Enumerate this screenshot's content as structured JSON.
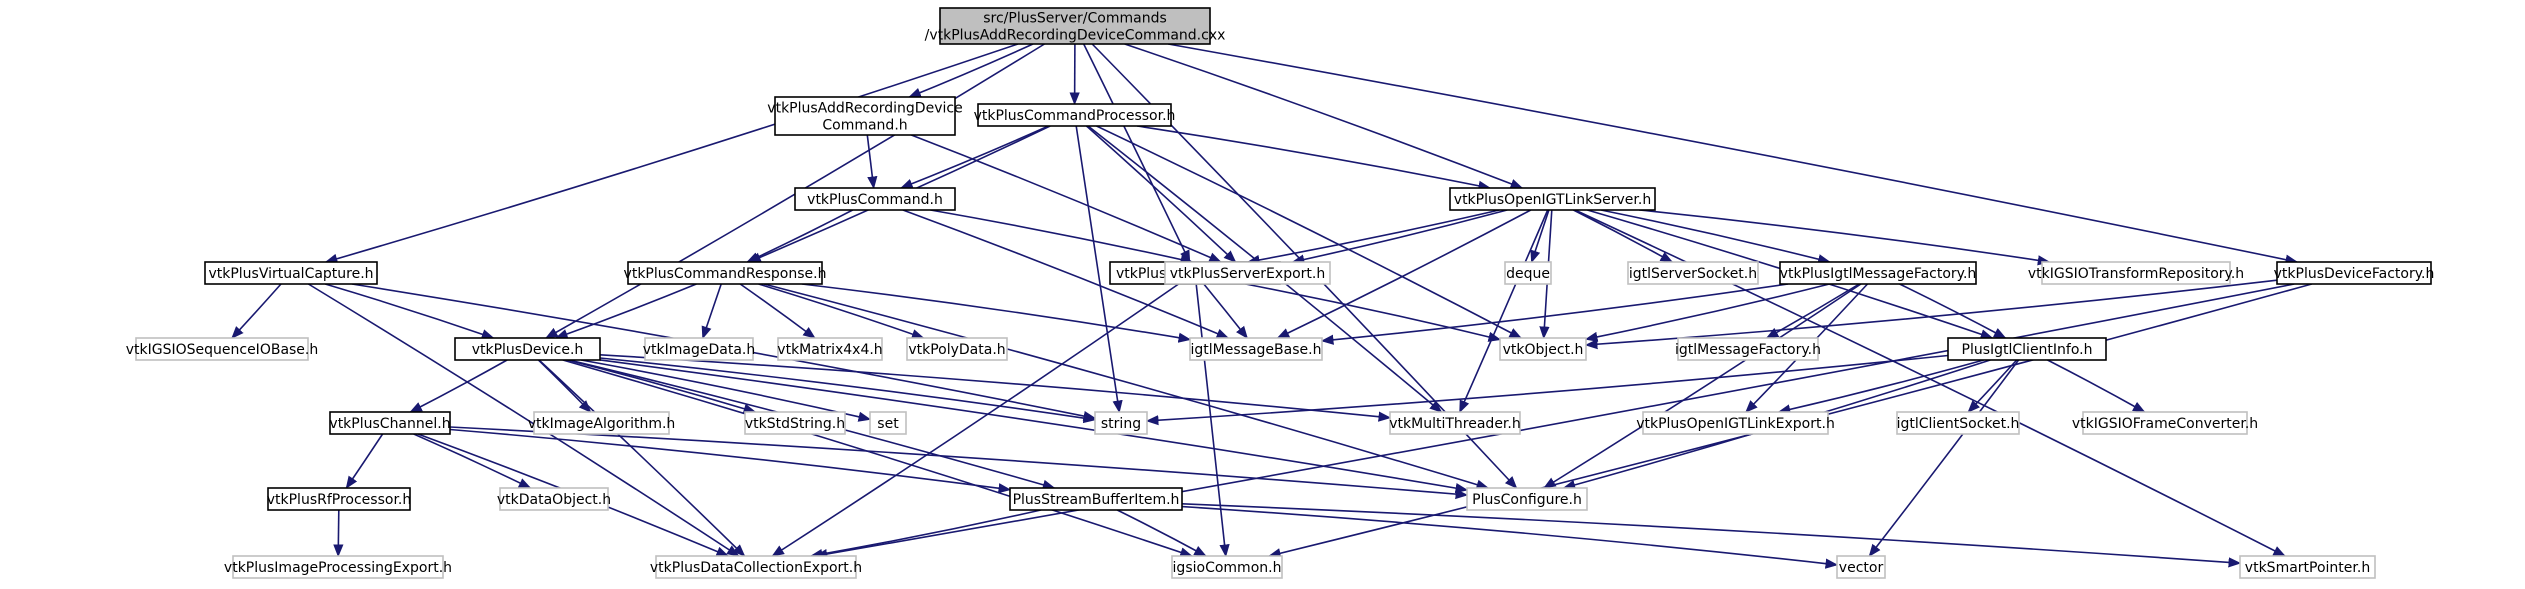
{
  "diagram": {
    "root": [
      "src/PlusServer/Commands",
      "/vtkPlusAddRecordingDeviceCommand.cxx"
    ],
    "nodes": [
      {
        "id": "root",
        "lines": [
          "src/PlusServer/Commands",
          "/vtkPlusAddRecordingDeviceCommand.cxx"
        ],
        "style": "root"
      },
      {
        "id": "addRecH",
        "lines": [
          "vtkPlusAddRecordingDevice",
          "Command.h"
        ],
        "style": "dark"
      },
      {
        "id": "cmdProc",
        "lines": [
          "vtkPlusCommandProcessor.h"
        ],
        "style": "dark"
      },
      {
        "id": "openIGT",
        "lines": [
          "vtkPlusOpenIGTLinkServer.h"
        ],
        "style": "dark"
      },
      {
        "id": "virtCap",
        "lines": [
          "vtkPlusVirtualCapture.h"
        ],
        "style": "dark"
      },
      {
        "id": "plusCmd",
        "lines": [
          "vtkPlusCommand.h"
        ],
        "style": "dark"
      },
      {
        "id": "cmdResp",
        "lines": [
          "vtkPlusCommandResponse.h"
        ],
        "style": "dark"
      },
      {
        "id": "dataColl",
        "lines": [
          "vtkPlusDataCollector.h"
        ],
        "style": "dark"
      },
      {
        "id": "igtlFactory",
        "lines": [
          "vtkPlusIgtlMessageFactory.h"
        ],
        "style": "dark"
      },
      {
        "id": "devFactory",
        "lines": [
          "vtkPlusDeviceFactory.h"
        ],
        "style": "dark"
      },
      {
        "id": "device",
        "lines": [
          "vtkPlusDevice.h"
        ],
        "style": "dark"
      },
      {
        "id": "clientInfo",
        "lines": [
          "PlusIgtlClientInfo.h"
        ],
        "style": "dark"
      },
      {
        "id": "channel",
        "lines": [
          "vtkPlusChannel.h"
        ],
        "style": "dark"
      },
      {
        "id": "streamBuf",
        "lines": [
          "PlusStreamBufferItem.h"
        ],
        "style": "dark"
      },
      {
        "id": "rfProc",
        "lines": [
          "vtkPlusRfProcessor.h"
        ],
        "style": "dark"
      },
      {
        "id": "serverExport",
        "lines": [
          "vtkPlusServerExport.h"
        ],
        "style": "light"
      },
      {
        "id": "deque",
        "lines": [
          "deque"
        ],
        "style": "light"
      },
      {
        "id": "igtlServerSocket",
        "lines": [
          "igtlServerSocket.h"
        ],
        "style": "light"
      },
      {
        "id": "transformRepo",
        "lines": [
          "vtkIGSIOTransformRepository.h"
        ],
        "style": "light"
      },
      {
        "id": "seqIOBase",
        "lines": [
          "vtkIGSIOSequenceIOBase.h"
        ],
        "style": "light"
      },
      {
        "id": "imageData",
        "lines": [
          "vtkImageData.h"
        ],
        "style": "light"
      },
      {
        "id": "matrix4x4",
        "lines": [
          "vtkMatrix4x4.h"
        ],
        "style": "light"
      },
      {
        "id": "polyData",
        "lines": [
          "vtkPolyData.h"
        ],
        "style": "light"
      },
      {
        "id": "igtlMessageBase",
        "lines": [
          "igtlMessageBase.h"
        ],
        "style": "light"
      },
      {
        "id": "vtkObject",
        "lines": [
          "vtkObject.h"
        ],
        "style": "light"
      },
      {
        "id": "igtlMessageFactory",
        "lines": [
          "igtlMessageFactory.h"
        ],
        "style": "light"
      },
      {
        "id": "imageAlgorithm",
        "lines": [
          "vtkImageAlgorithm.h"
        ],
        "style": "light"
      },
      {
        "id": "stdString",
        "lines": [
          "vtkStdString.h"
        ],
        "style": "light"
      },
      {
        "id": "set",
        "lines": [
          "set"
        ],
        "style": "light"
      },
      {
        "id": "string",
        "lines": [
          "string"
        ],
        "style": "light"
      },
      {
        "id": "multiThreader",
        "lines": [
          "vtkMultiThreader.h"
        ],
        "style": "light"
      },
      {
        "id": "openIGTExport",
        "lines": [
          "vtkPlusOpenIGTLinkExport.h"
        ],
        "style": "light"
      },
      {
        "id": "igtlClientSocket",
        "lines": [
          "igtlClientSocket.h"
        ],
        "style": "light"
      },
      {
        "id": "frameConverter",
        "lines": [
          "vtkIGSIOFrameConverter.h"
        ],
        "style": "light"
      },
      {
        "id": "dataObject",
        "lines": [
          "vtkDataObject.h"
        ],
        "style": "light"
      },
      {
        "id": "plusConfigure",
        "lines": [
          "PlusConfigure.h"
        ],
        "style": "light"
      },
      {
        "id": "imgProcExport",
        "lines": [
          "vtkPlusImageProcessingExport.h"
        ],
        "style": "light"
      },
      {
        "id": "dataCollExport",
        "lines": [
          "vtkPlusDataCollectionExport.h"
        ],
        "style": "light"
      },
      {
        "id": "igsioCommon",
        "lines": [
          "igsioCommon.h"
        ],
        "style": "light"
      },
      {
        "id": "vector",
        "lines": [
          "vector"
        ],
        "style": "light"
      },
      {
        "id": "smartPointer",
        "lines": [
          "vtkSmartPointer.h"
        ],
        "style": "light"
      }
    ]
  }
}
